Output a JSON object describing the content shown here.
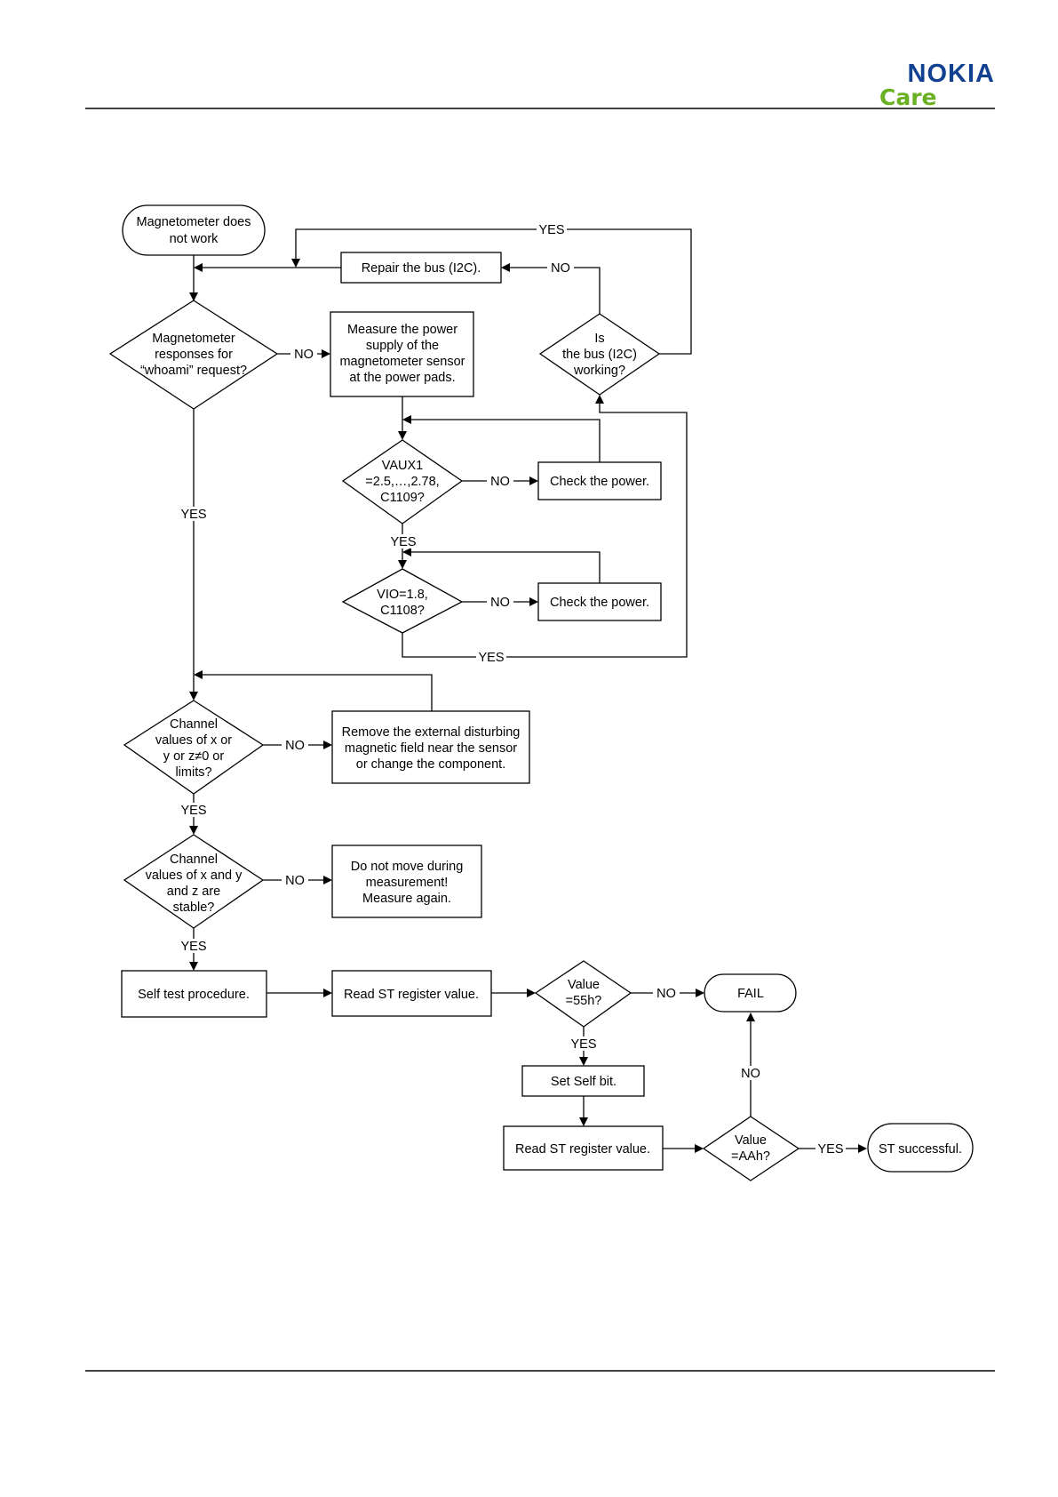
{
  "brand": {
    "name": "NOKIA",
    "sub": "Care",
    "primary_color": "#124191",
    "secondary_color": "#6ab023"
  },
  "nodes": {
    "start": [
      "Magnetometer does",
      "not work"
    ],
    "repair_bus": [
      "Repair the bus (I2C)."
    ],
    "whoami": [
      "Magnetometer",
      "responses for",
      "“whoami” request?"
    ],
    "measure_power": [
      "Measure the power",
      "supply of the",
      "magnetometer sensor",
      "at the power pads."
    ],
    "bus_working": [
      "Is",
      "the bus (I2C)",
      "working?"
    ],
    "vaux1": [
      "VAUX1",
      "=2.5,…,2.78,",
      "C1109?"
    ],
    "check_power_1": [
      "Check the power."
    ],
    "vio": [
      "VIO=1.8,",
      "C1108?"
    ],
    "check_power_2": [
      "Check the power."
    ],
    "channel_limits": [
      "Channel",
      "values of x or",
      "y or z≠0 or",
      "limits?"
    ],
    "remove_field": [
      "Remove the external disturbing",
      "magnetic field near the sensor",
      "or change the component."
    ],
    "channel_stable": [
      "Channel",
      "values of x and y",
      "and z are",
      "stable?"
    ],
    "do_not_move": [
      "Do not move during",
      "measurement!",
      "Measure again."
    ],
    "self_test": [
      "Self test procedure."
    ],
    "read_st_1": [
      "Read ST register value."
    ],
    "value_55": [
      "Value",
      "=55h?"
    ],
    "fail": [
      "FAIL"
    ],
    "set_self": [
      "Set Self bit."
    ],
    "read_st_2": [
      "Read ST register value."
    ],
    "value_aa": [
      "Value",
      "=AAh?"
    ],
    "success": [
      "ST successful."
    ]
  },
  "edge_labels": {
    "yes": "YES",
    "no": "NO"
  }
}
